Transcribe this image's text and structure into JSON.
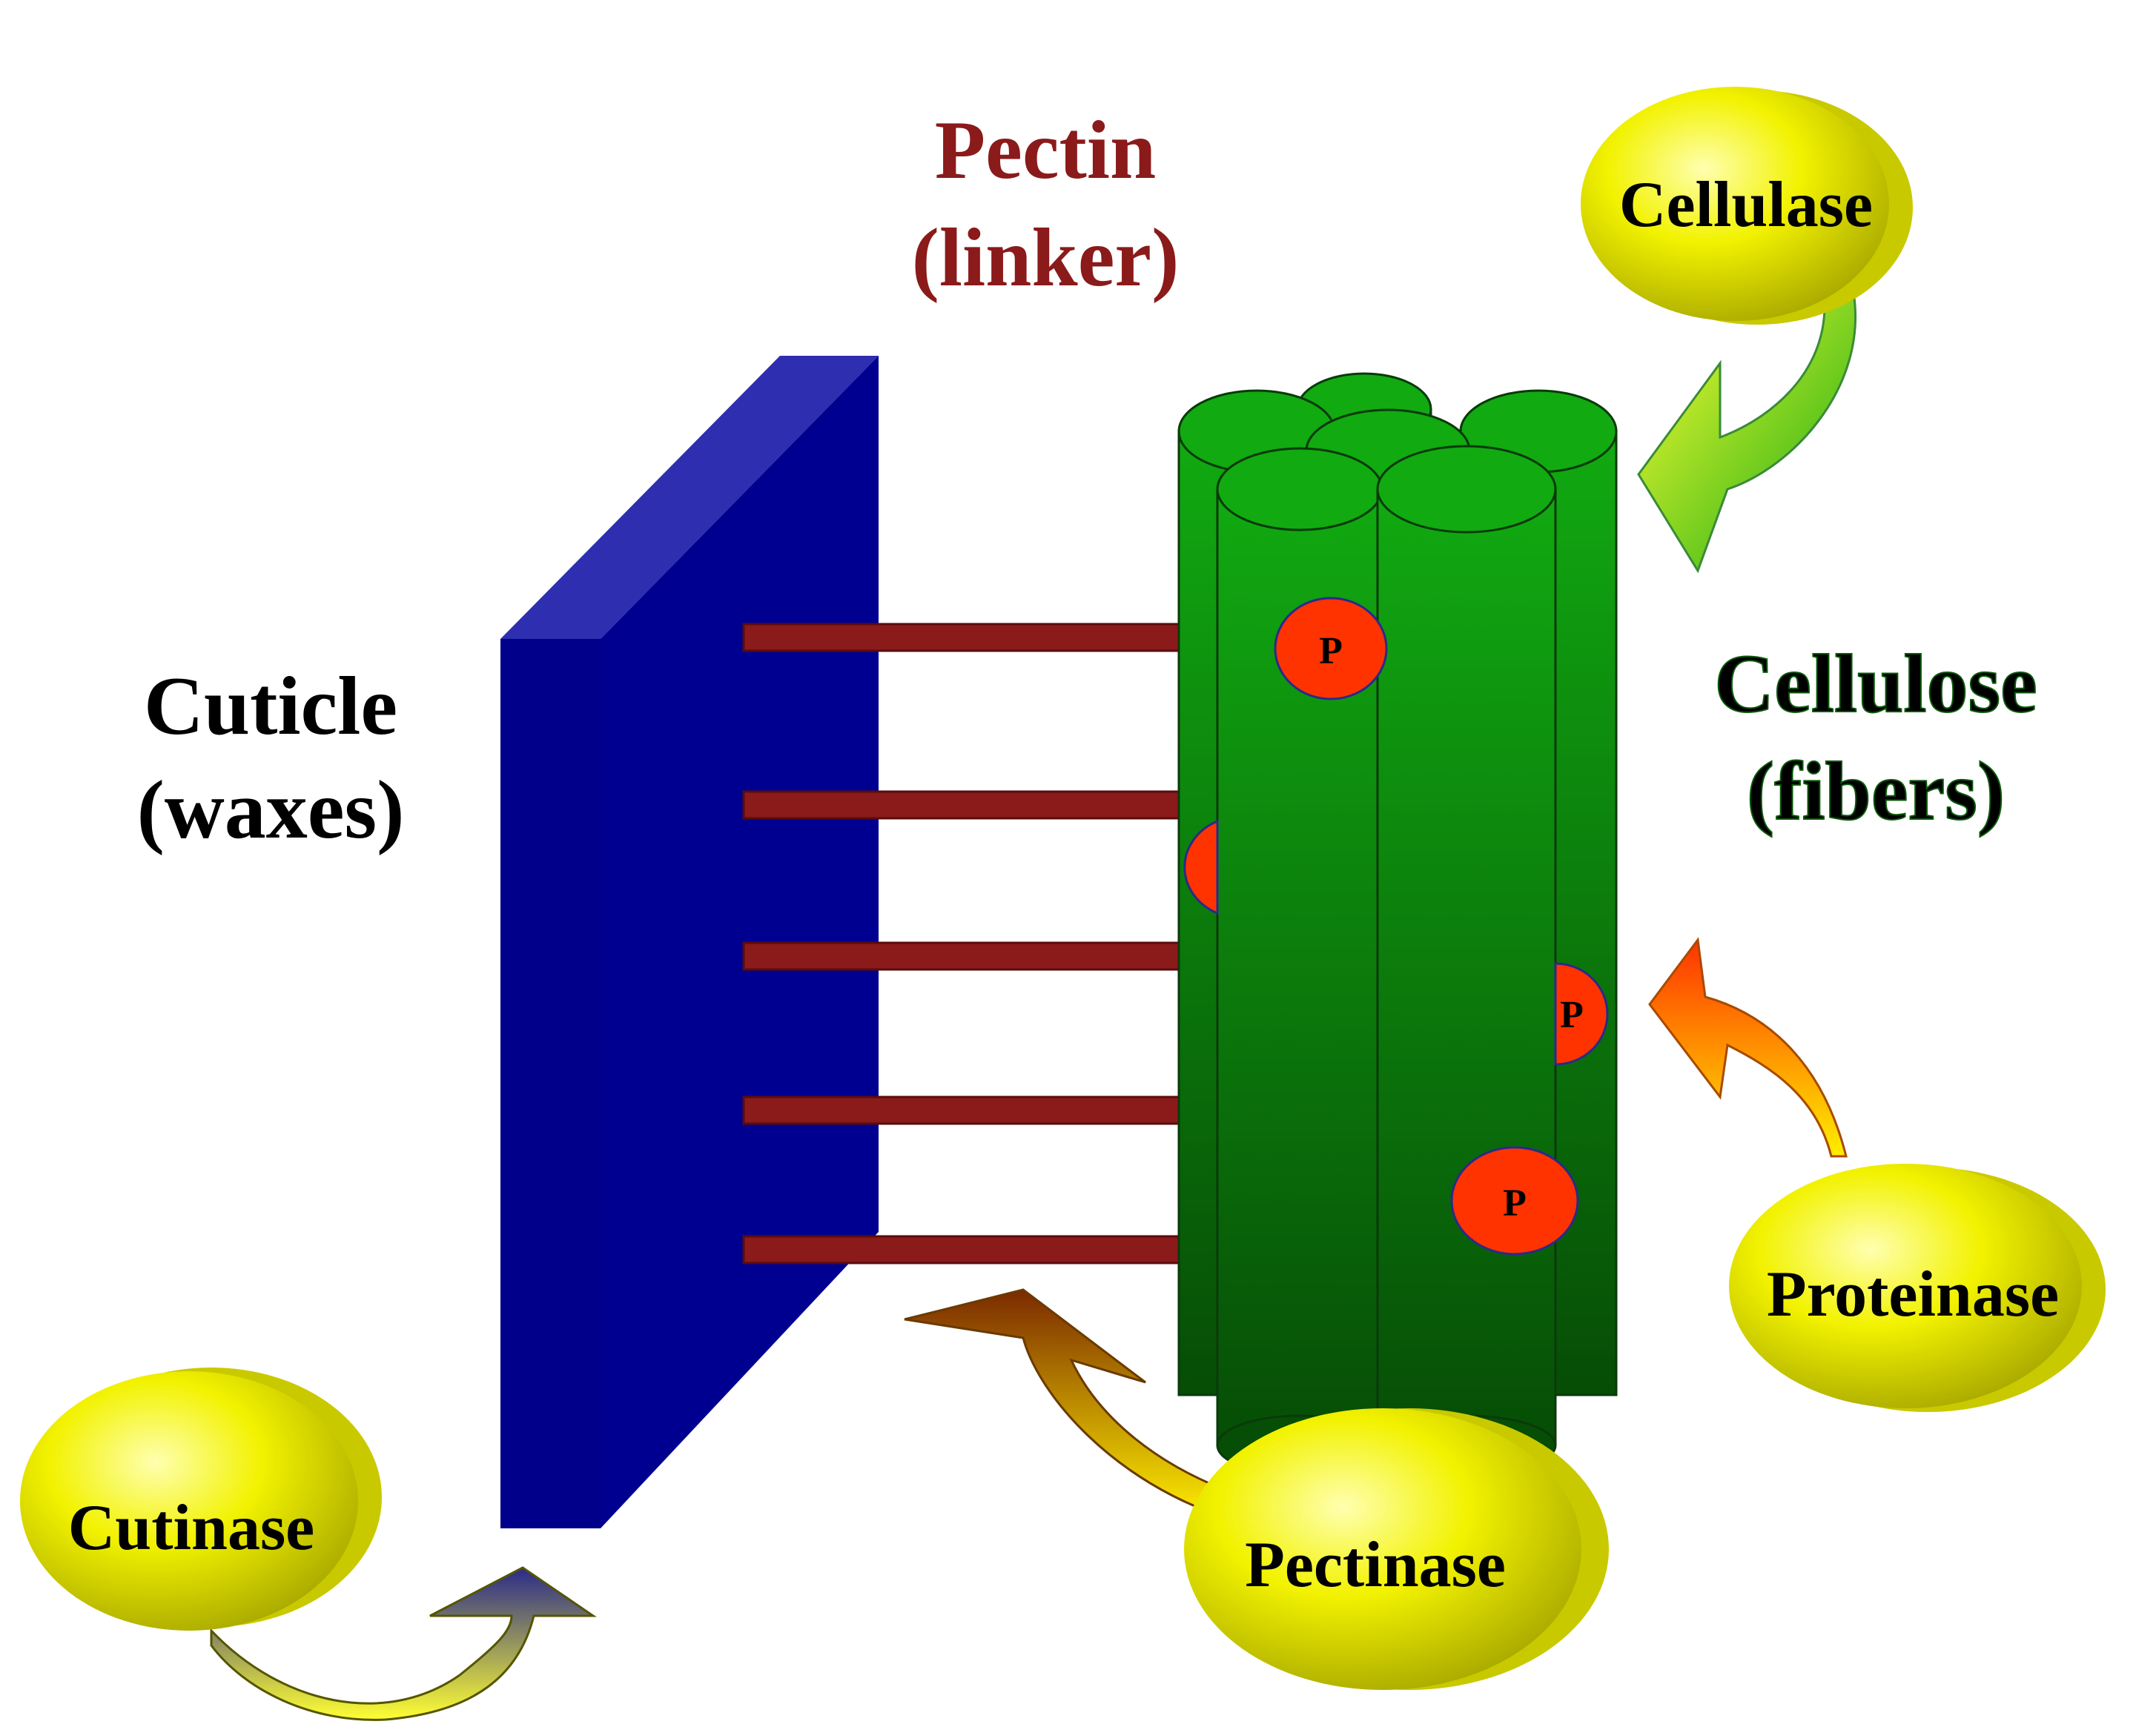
{
  "labels": {
    "pectin_line1": "Pectin",
    "pectin_line2": "(linker)",
    "cuticle_line1": "Cuticle",
    "cuticle_line2": "(waxes)",
    "cellulose_line1": "Cellulose",
    "cellulose_line2": "(fibers)"
  },
  "enzymes": {
    "cellulase": "Cellulase",
    "proteinase": "Proteinase",
    "pectinase": "Pectinase",
    "cutinase": "Cutinase"
  },
  "protein_marker": "P",
  "colors": {
    "cuticle": "#00008b",
    "cuticle_edge": "#2e2ea8",
    "pectin": "#8b1a1a",
    "cellulose_dark": "#0a5c0a",
    "cellulose_light": "#11aa11",
    "enzyme": "#e6e600",
    "protein": "#ff3300",
    "pectin_label": "#8b1a1a",
    "cuticle_label": "#00008b",
    "cellulose_label": "#118811"
  }
}
